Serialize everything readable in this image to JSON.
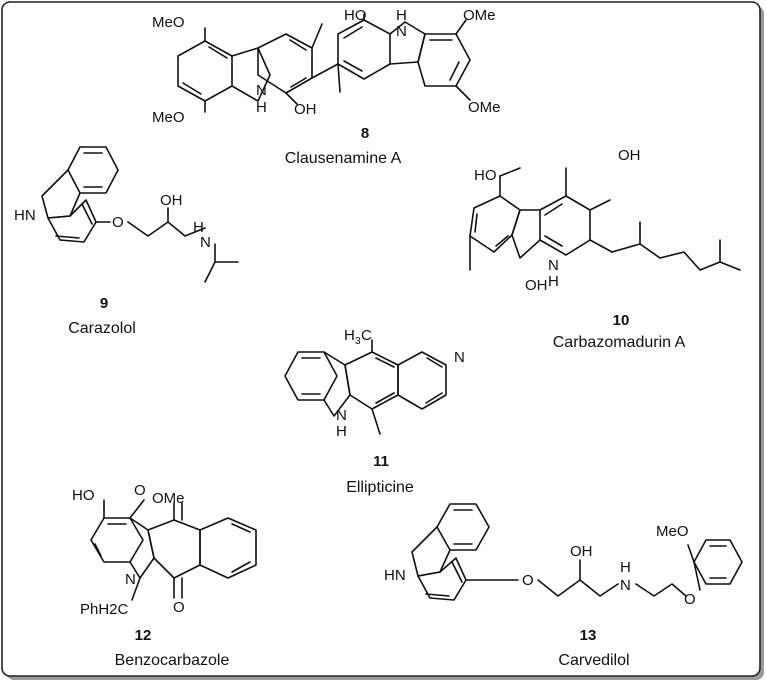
{
  "compounds": [
    {
      "number": "8",
      "name": "Clausenamine A"
    },
    {
      "number": "9",
      "name": "Carazolol"
    },
    {
      "number": "10",
      "name": "Carbazomadurin A"
    },
    {
      "number": "11",
      "name": "Ellipticine"
    },
    {
      "number": "12",
      "name": "Benzocarbazole"
    },
    {
      "number": "13",
      "name": "Carvedilol"
    }
  ],
  "atoms": {
    "meo": "MeO",
    "ome": "OMe",
    "oh": "OH",
    "ho": "HO",
    "hn": "HN",
    "nh": "NH",
    "h": "H",
    "n": "N",
    "o": "O",
    "h3c_h": "H",
    "h3c_3": "3",
    "h3c_c": "C",
    "phh2c": "PhH2C"
  }
}
